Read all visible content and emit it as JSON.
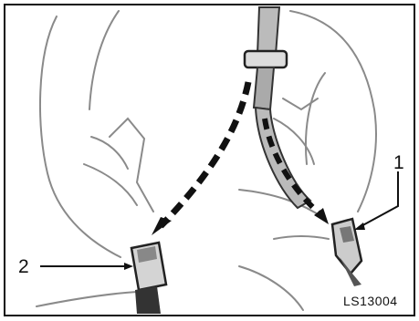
{
  "figure": {
    "callouts": [
      {
        "label": "1"
      },
      {
        "label": "2"
      }
    ],
    "code": "LS13004",
    "colors": {
      "outline": "#8a8a8a",
      "belt": "#333333",
      "frame": "#111111"
    }
  }
}
